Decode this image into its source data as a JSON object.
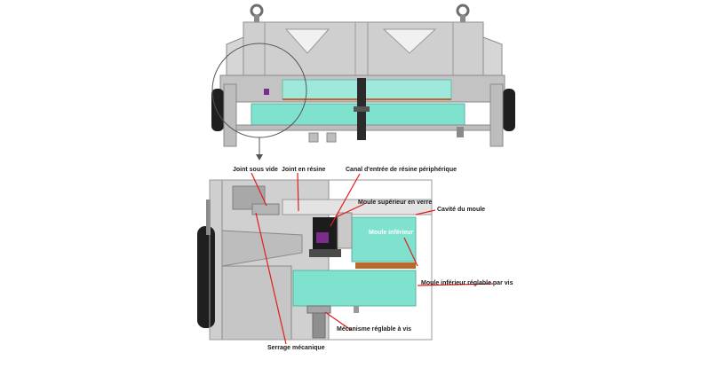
{
  "labels": {
    "joint_sous_vide": "Joint sous vide",
    "joint_en_resine": "Joint en résine",
    "canal_entree": "Canal d'entrée de résine périphérique",
    "moule_superieur": "Moule supérieur en verre",
    "cavite_moule": "Cavité du moule",
    "moule_inferieur": "Moule inférieur",
    "moule_inferieur_reglable": "Moule inférieur réglable par vis",
    "serrage_mecanique": "Serrage mécanique",
    "mecanisme_reglable": "Mécanisme réglable à vis"
  },
  "colors": {
    "steel": "#c8c8c8",
    "steel_dark": "#8d8d8d",
    "mold_teal": "#7ee2cf",
    "rubber": "#222222",
    "leader": "#e21d1d",
    "copper": "#b86a2a",
    "purple": "#7a2d8c"
  }
}
